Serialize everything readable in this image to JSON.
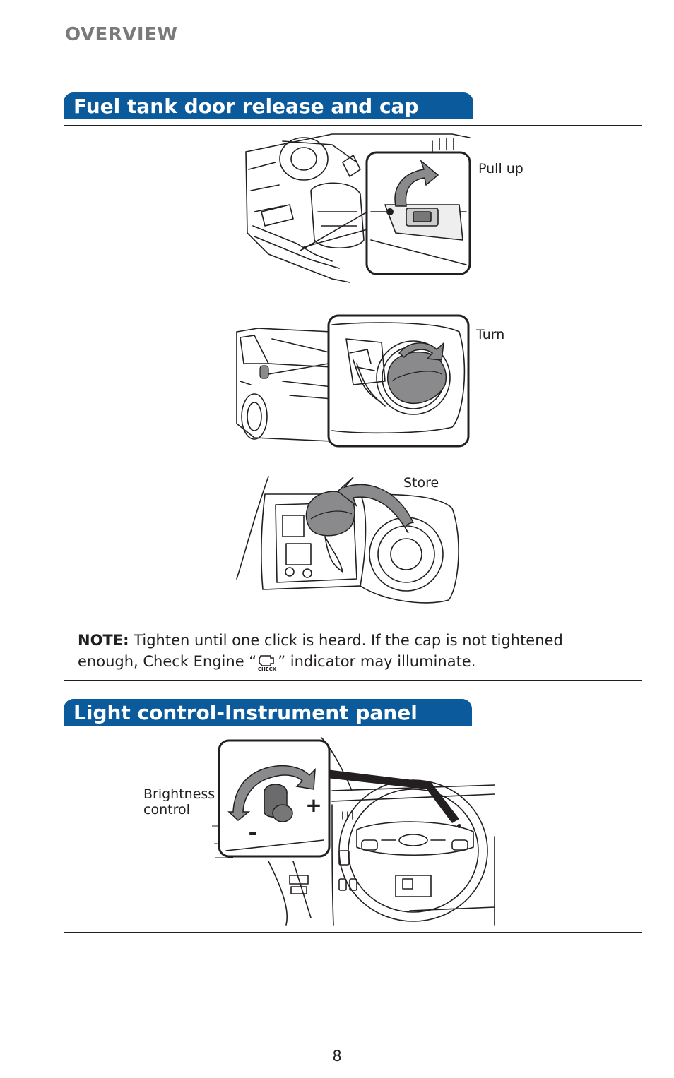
{
  "header": {
    "section": "OVERVIEW"
  },
  "fuel_section": {
    "title": "Fuel tank door release and cap",
    "labels": {
      "pull_up": "Pull up",
      "turn": "Turn",
      "store": "Store"
    },
    "note": {
      "prefix": "NOTE:",
      "text_before": "Tighten until one click is heard. If the cap is not tightened enough, Check Engine “",
      "icon": "check-engine-icon",
      "icon_text": "CHECK",
      "text_after": "” indicator may illuminate."
    }
  },
  "light_section": {
    "title": "Light control-Instrument panel",
    "labels": {
      "brightness_line1": "Brightness",
      "brightness_line2": "control",
      "plus": "+",
      "minus": "-"
    }
  },
  "footer": {
    "page_number": "8"
  },
  "colors": {
    "accent": "#0a5a9c",
    "overview_gray": "#7a7a7c",
    "text": "#231f20"
  }
}
